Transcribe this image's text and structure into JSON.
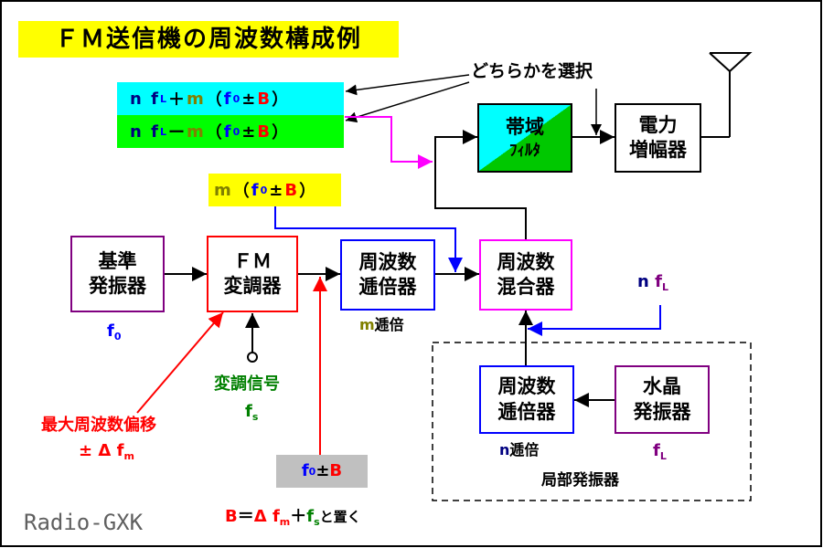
{
  "title": "ＦＭ送信機の周波数構成例",
  "watermark": "Radio-GXK",
  "select_note": "どちらかを選択",
  "formula_plus": {
    "n": "n",
    "f": "f",
    "sub": "L",
    "op": "＋",
    "m": "m",
    "lp": "（",
    "f2": "f",
    "sub2": "0",
    "pm": "±",
    "B": "B",
    "rp": "）"
  },
  "formula_minus": {
    "n": "n",
    "f": "f",
    "sub": "L",
    "op": "ー",
    "m": "m",
    "lp": "（",
    "f2": "f",
    "sub2": "0",
    "pm": "±",
    "B": "B",
    "rp": "）"
  },
  "formula_mf0": {
    "m": "m",
    "lp": "（",
    "f": "f",
    "sub": "0",
    "pm": "±",
    "B": "B",
    "rp": "）"
  },
  "blocks": {
    "ref_osc": [
      "基準",
      "発振器"
    ],
    "fm_mod": [
      "ＦＭ",
      "変調器"
    ],
    "multiplier_m": [
      "周波数",
      "逓倍器"
    ],
    "mixer": [
      "周波数",
      "混合器"
    ],
    "bandpass": [
      "帯域",
      "ﾌｨﾙﾀ"
    ],
    "power_amp": [
      "電力",
      "増幅器"
    ],
    "multiplier_n": [
      "周波数",
      "逓倍器"
    ],
    "xtal_osc": [
      "水晶",
      "発振器"
    ]
  },
  "labels": {
    "f0": {
      "f": "f",
      "sub": "0"
    },
    "m_mult": {
      "m": "m",
      "text": "逓倍"
    },
    "n_mult": {
      "n": "n",
      "text": "逓倍"
    },
    "nfl": {
      "n": "n",
      "f": "f",
      "sub": "L"
    },
    "fl": {
      "f": "f",
      "sub": "L"
    },
    "mod_signal": "変調信号",
    "fs": {
      "f": "f",
      "sub": "s"
    },
    "max_dev_line1": "最大周波数偏移",
    "max_dev_line2": {
      "pm": "±",
      "delta": "Δ",
      "f": "f",
      "sub": "m"
    },
    "f0pmB": {
      "f": "f",
      "sub": "0",
      "pm": "±",
      "B": "B"
    },
    "local_osc": "局部発振器",
    "bdef": {
      "B": "B",
      "eq": "＝",
      "delta": "Δ",
      "f": "f",
      "sub": "m",
      "plus": "＋",
      "f2": "f",
      "sub2": "s",
      "tail": "と置く"
    }
  },
  "colors": {
    "title_bg": "#ffff00",
    "cyan": "#00ffff",
    "green": "#00ff00",
    "yellow": "#ffff00",
    "gray": "#c0c0c0",
    "blue": "#0000ff",
    "red": "#ff0000",
    "magenta": "#ff00ff",
    "purple": "#800080",
    "olive": "#808000",
    "darkgreen": "#008000",
    "navy": "#000080"
  }
}
